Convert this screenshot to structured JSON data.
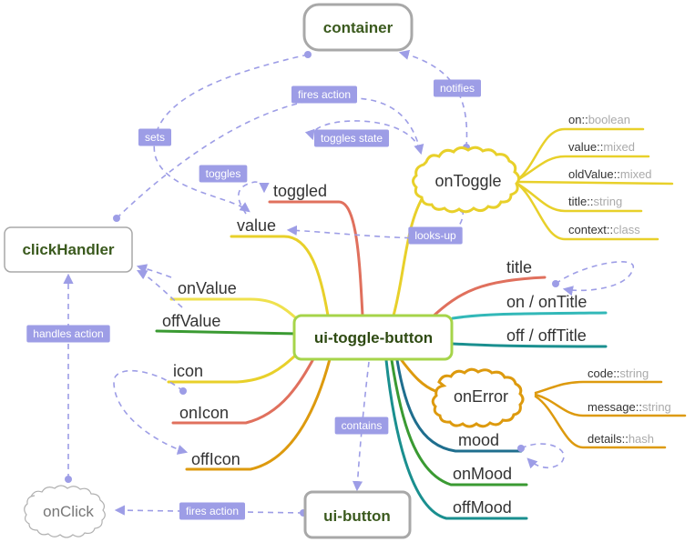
{
  "nodes": {
    "container": "container",
    "click_handler": "clickHandler",
    "center": "ui-toggle-button",
    "ui_button": "ui-button",
    "on_toggle": "onToggle",
    "on_error": "onError",
    "on_click": "onClick"
  },
  "branches": {
    "toggled": "toggled",
    "value": "value",
    "on_value": "onValue",
    "off_value": "offValue",
    "icon": "icon",
    "on_icon": "onIcon",
    "off_icon": "offIcon",
    "title": "title",
    "on_title": "on / onTitle",
    "off_title": "off / offTitle",
    "mood": "mood",
    "on_mood": "onMood",
    "off_mood": "offMood"
  },
  "on_toggle_props": [
    {
      "name": "on",
      "type": "boolean"
    },
    {
      "name": "value",
      "type": "mixed"
    },
    {
      "name": "oldValue",
      "type": "mixed"
    },
    {
      "name": "title",
      "type": "string"
    },
    {
      "name": "context",
      "type": "class"
    }
  ],
  "on_error_props": [
    {
      "name": "code",
      "type": "string"
    },
    {
      "name": "message",
      "type": "string"
    },
    {
      "name": "details",
      "type": "hash"
    }
  ],
  "prop_separator": "::",
  "relations": {
    "notifies": "notifies",
    "fires_action_top": "fires action",
    "sets": "sets",
    "toggles_state": "toggles state",
    "toggles": "toggles",
    "looks_up": "looks-up",
    "handles_action": "handles action",
    "contains": "contains",
    "fires_action_bottom": "fires action"
  },
  "colors": {
    "badge": "#9d9de6",
    "relation_line": "#9d9de6",
    "yellow": "#e8d02a",
    "orange": "#dd9a0e",
    "red": "#e0705d",
    "green": "#3a9a32",
    "teal": "#32b8b8",
    "dark_teal": "#1a8f8f",
    "blue": "#1f6e8e",
    "box_gray": "#a8a8a8",
    "center_border": "#a6d44a"
  }
}
